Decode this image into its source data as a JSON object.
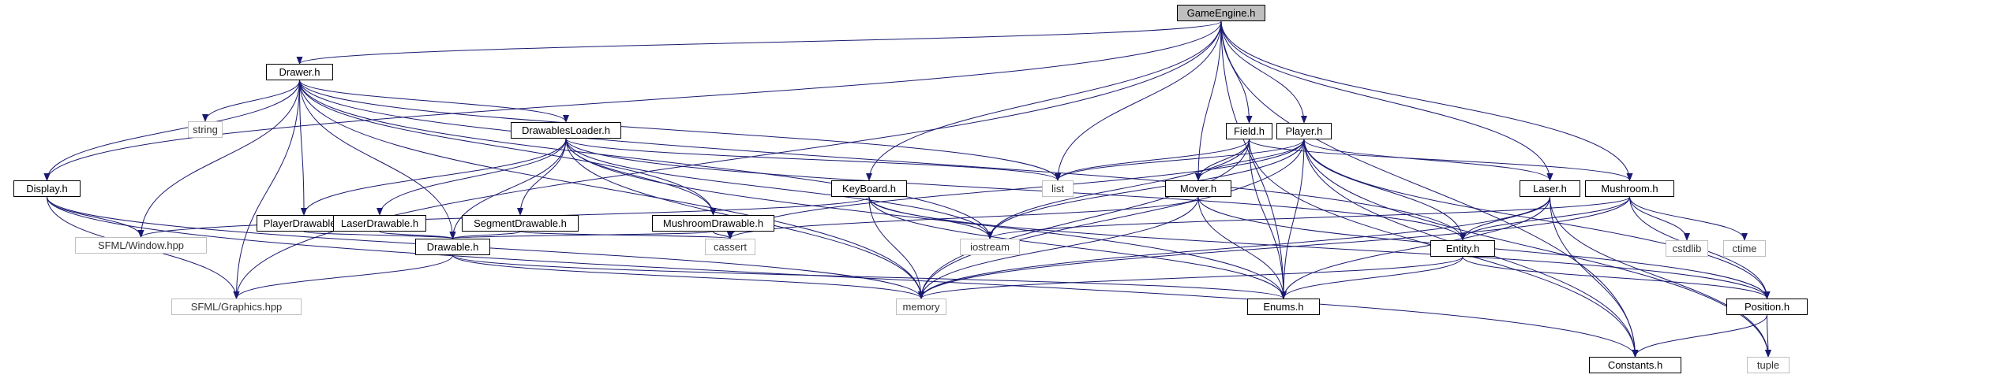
{
  "graph": {
    "nodes": [
      {
        "id": "gameengine",
        "label": "GameEngine.h",
        "style": "root"
      },
      {
        "id": "drawer",
        "label": "Drawer.h",
        "style": "file"
      },
      {
        "id": "string",
        "label": "string",
        "style": "ext"
      },
      {
        "id": "drawablesloader",
        "label": "DrawablesLoader.h",
        "style": "file"
      },
      {
        "id": "field",
        "label": "Field.h",
        "style": "file"
      },
      {
        "id": "player",
        "label": "Player.h",
        "style": "file"
      },
      {
        "id": "display",
        "label": "Display.h",
        "style": "file"
      },
      {
        "id": "playerdrawable",
        "label": "PlayerDrawable.h",
        "style": "file"
      },
      {
        "id": "laserdrawable",
        "label": "LaserDrawable.h",
        "style": "file"
      },
      {
        "id": "segmentdrawable",
        "label": "SegmentDrawable.h",
        "style": "file"
      },
      {
        "id": "mushroomdrawable",
        "label": "MushroomDrawable.h",
        "style": "file"
      },
      {
        "id": "keyboard",
        "label": "KeyBoard.h",
        "style": "file"
      },
      {
        "id": "list",
        "label": "list",
        "style": "ext"
      },
      {
        "id": "mover",
        "label": "Mover.h",
        "style": "file"
      },
      {
        "id": "laser",
        "label": "Laser.h",
        "style": "file"
      },
      {
        "id": "mushroom",
        "label": "Mushroom.h",
        "style": "file"
      },
      {
        "id": "sfmlwindow",
        "label": "SFML/Window.hpp",
        "style": "ext"
      },
      {
        "id": "drawable",
        "label": "Drawable.h",
        "style": "file"
      },
      {
        "id": "cassert",
        "label": "cassert",
        "style": "ext"
      },
      {
        "id": "iostream",
        "label": "iostream",
        "style": "ext"
      },
      {
        "id": "entity",
        "label": "Entity.h",
        "style": "file"
      },
      {
        "id": "cstdlib",
        "label": "cstdlib",
        "style": "ext"
      },
      {
        "id": "ctime",
        "label": "ctime",
        "style": "ext"
      },
      {
        "id": "sfmlgraphics",
        "label": "SFML/Graphics.hpp",
        "style": "ext"
      },
      {
        "id": "memory",
        "label": "memory",
        "style": "ext"
      },
      {
        "id": "enums",
        "label": "Enums.h",
        "style": "file"
      },
      {
        "id": "position",
        "label": "Position.h",
        "style": "file"
      },
      {
        "id": "constants",
        "label": "Constants.h",
        "style": "file"
      },
      {
        "id": "tuple",
        "label": "tuple",
        "style": "ext"
      }
    ],
    "edges": [
      [
        "gameengine",
        "drawer"
      ],
      [
        "gameengine",
        "display"
      ],
      [
        "gameengine",
        "sfmlgraphics"
      ],
      [
        "gameengine",
        "keyboard"
      ],
      [
        "gameengine",
        "list"
      ],
      [
        "gameengine",
        "field"
      ],
      [
        "gameengine",
        "player"
      ],
      [
        "gameengine",
        "mover"
      ],
      [
        "gameengine",
        "laser"
      ],
      [
        "gameengine",
        "mushroom"
      ],
      [
        "gameengine",
        "enums"
      ],
      [
        "gameengine",
        "constants"
      ],
      [
        "drawer",
        "string"
      ],
      [
        "drawer",
        "drawablesloader"
      ],
      [
        "drawer",
        "display"
      ],
      [
        "drawer",
        "sfmlwindow"
      ],
      [
        "drawer",
        "sfmlgraphics"
      ],
      [
        "drawer",
        "playerdrawable"
      ],
      [
        "drawer",
        "drawable"
      ],
      [
        "drawer",
        "memory"
      ],
      [
        "drawer",
        "mushroomdrawable"
      ],
      [
        "drawer",
        "list"
      ],
      [
        "drawer",
        "iostream"
      ],
      [
        "drawer",
        "entity"
      ],
      [
        "drawablesloader",
        "playerdrawable"
      ],
      [
        "drawablesloader",
        "laserdrawable"
      ],
      [
        "drawablesloader",
        "segmentdrawable"
      ],
      [
        "drawablesloader",
        "mushroomdrawable"
      ],
      [
        "drawablesloader",
        "drawable"
      ],
      [
        "drawablesloader",
        "memory"
      ],
      [
        "drawablesloader",
        "list"
      ],
      [
        "drawablesloader",
        "iostream"
      ],
      [
        "drawablesloader",
        "enums"
      ],
      [
        "drawablesloader",
        "entity"
      ],
      [
        "display",
        "sfmlwindow"
      ],
      [
        "display",
        "sfmlgraphics"
      ],
      [
        "display",
        "memory"
      ],
      [
        "display",
        "constants"
      ],
      [
        "playerdrawable",
        "drawable"
      ],
      [
        "laserdrawable",
        "drawable"
      ],
      [
        "segmentdrawable",
        "drawable"
      ],
      [
        "segmentdrawable",
        "cassert"
      ],
      [
        "mushroomdrawable",
        "drawable"
      ],
      [
        "mushroomdrawable",
        "cassert"
      ],
      [
        "drawable",
        "sfmlgraphics"
      ],
      [
        "drawable",
        "memory"
      ],
      [
        "drawable",
        "enums"
      ],
      [
        "keyboard",
        "sfmlwindow"
      ],
      [
        "keyboard",
        "memory"
      ],
      [
        "keyboard",
        "iostream"
      ],
      [
        "keyboard",
        "enums"
      ],
      [
        "keyboard",
        "position"
      ],
      [
        "field",
        "list"
      ],
      [
        "field",
        "memory"
      ],
      [
        "field",
        "iostream"
      ],
      [
        "field",
        "mover"
      ],
      [
        "field",
        "enums"
      ],
      [
        "field",
        "constants"
      ],
      [
        "field",
        "mushroom"
      ],
      [
        "player",
        "list"
      ],
      [
        "player",
        "cassert"
      ],
      [
        "player",
        "mover"
      ],
      [
        "player",
        "iostream"
      ],
      [
        "player",
        "memory"
      ],
      [
        "player",
        "enums"
      ],
      [
        "player",
        "entity"
      ],
      [
        "player",
        "laser"
      ],
      [
        "player",
        "position"
      ],
      [
        "player",
        "constants"
      ],
      [
        "player",
        "tuple"
      ],
      [
        "mover",
        "cassert"
      ],
      [
        "mover",
        "memory"
      ],
      [
        "mover",
        "enums"
      ],
      [
        "mover",
        "position"
      ],
      [
        "laser",
        "entity"
      ],
      [
        "laser",
        "memory"
      ],
      [
        "laser",
        "enums"
      ],
      [
        "laser",
        "constants"
      ],
      [
        "laser",
        "tuple"
      ],
      [
        "mushroom",
        "entity"
      ],
      [
        "mushroom",
        "iostream"
      ],
      [
        "mushroom",
        "memory"
      ],
      [
        "mushroom",
        "cstdlib"
      ],
      [
        "mushroom",
        "ctime"
      ],
      [
        "mushroom",
        "position"
      ],
      [
        "entity",
        "memory"
      ],
      [
        "entity",
        "enums"
      ],
      [
        "entity",
        "position"
      ],
      [
        "position",
        "constants"
      ],
      [
        "position",
        "tuple"
      ]
    ]
  },
  "colors": {
    "edge": "#191970",
    "file_border": "#000000",
    "ext_border": "#bfbfbf",
    "root_fill": "#bfbfbf"
  }
}
